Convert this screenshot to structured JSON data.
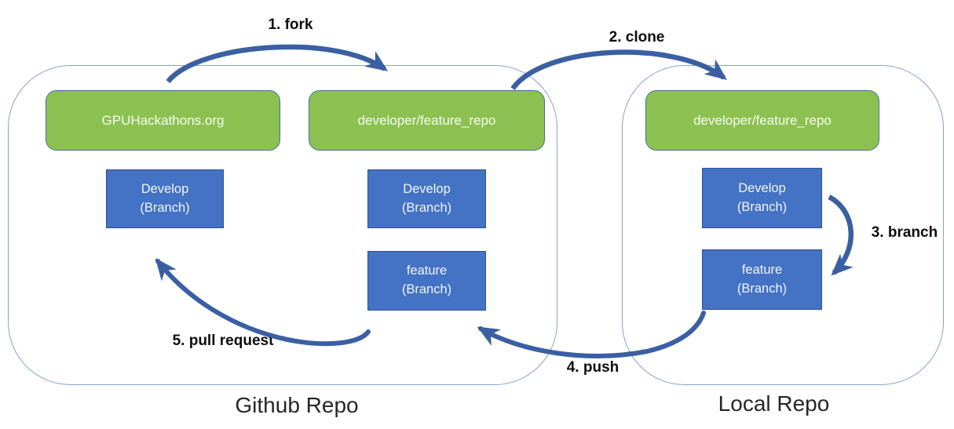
{
  "diagram": {
    "containers": {
      "github": {
        "caption": "Github Repo"
      },
      "local": {
        "caption": "Local Repo"
      }
    },
    "repos": {
      "gpuhackathons": {
        "label": "GPUHackathons.org"
      },
      "dev_feature_github": {
        "label": "developer/feature_repo"
      },
      "dev_feature_local": {
        "label": "developer/feature_repo"
      }
    },
    "branches": {
      "develop_main": {
        "label": "Develop\n(Branch)"
      },
      "develop_fork": {
        "label": "Develop\n(Branch)"
      },
      "feature_fork": {
        "label": "feature\n(Branch)"
      },
      "develop_local": {
        "label": "Develop\n(Branch)"
      },
      "feature_local": {
        "label": "feature\n(Branch)"
      }
    },
    "steps": {
      "fork": {
        "label": "1. fork"
      },
      "clone": {
        "label": "2. clone"
      },
      "branch": {
        "label": "3. branch"
      },
      "push": {
        "label": "4. push"
      },
      "pull_request": {
        "label": "5. pull request"
      }
    },
    "colors": {
      "repo_fill": "#8cc152",
      "repo_border": "#41719c",
      "branch_fill": "#4472c4",
      "branch_border": "#2f528f",
      "container_border": "#87a1cc",
      "arrow": "#3a5fa2",
      "label_text": "#0d0d0d",
      "box_text": "#ffffff"
    }
  }
}
